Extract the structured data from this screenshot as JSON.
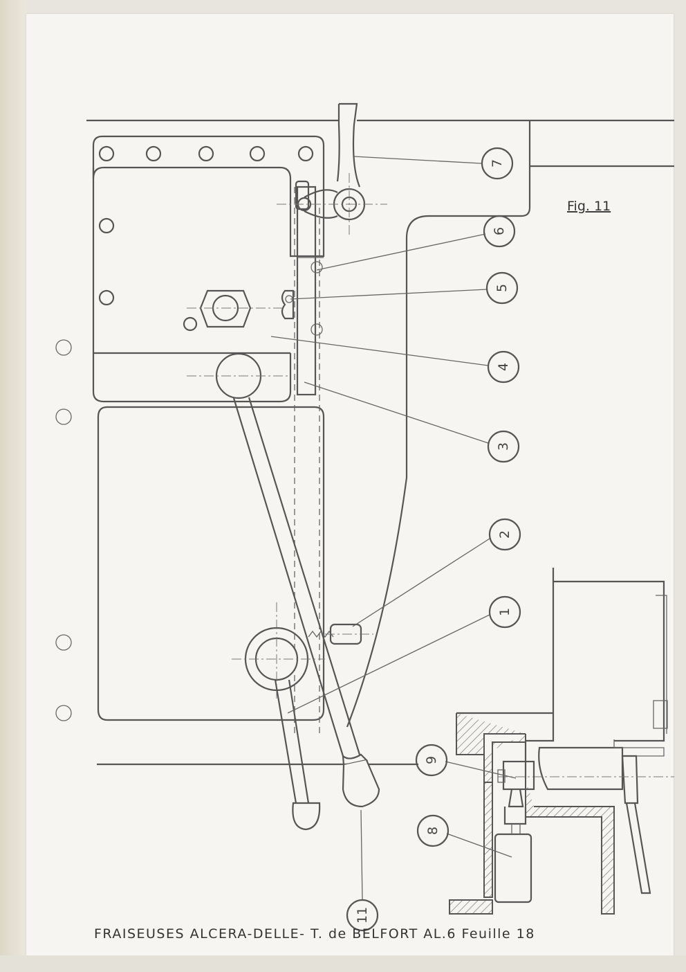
{
  "figure": {
    "label": "Fig. 11",
    "callouts": [
      "1",
      "2",
      "3",
      "4",
      "5",
      "6",
      "7",
      "8",
      "9",
      "11"
    ]
  },
  "footer": {
    "text": "FRAISEUSES ALCERA-DELLE- T. de BELFORT AL.6 Feuille 18"
  }
}
